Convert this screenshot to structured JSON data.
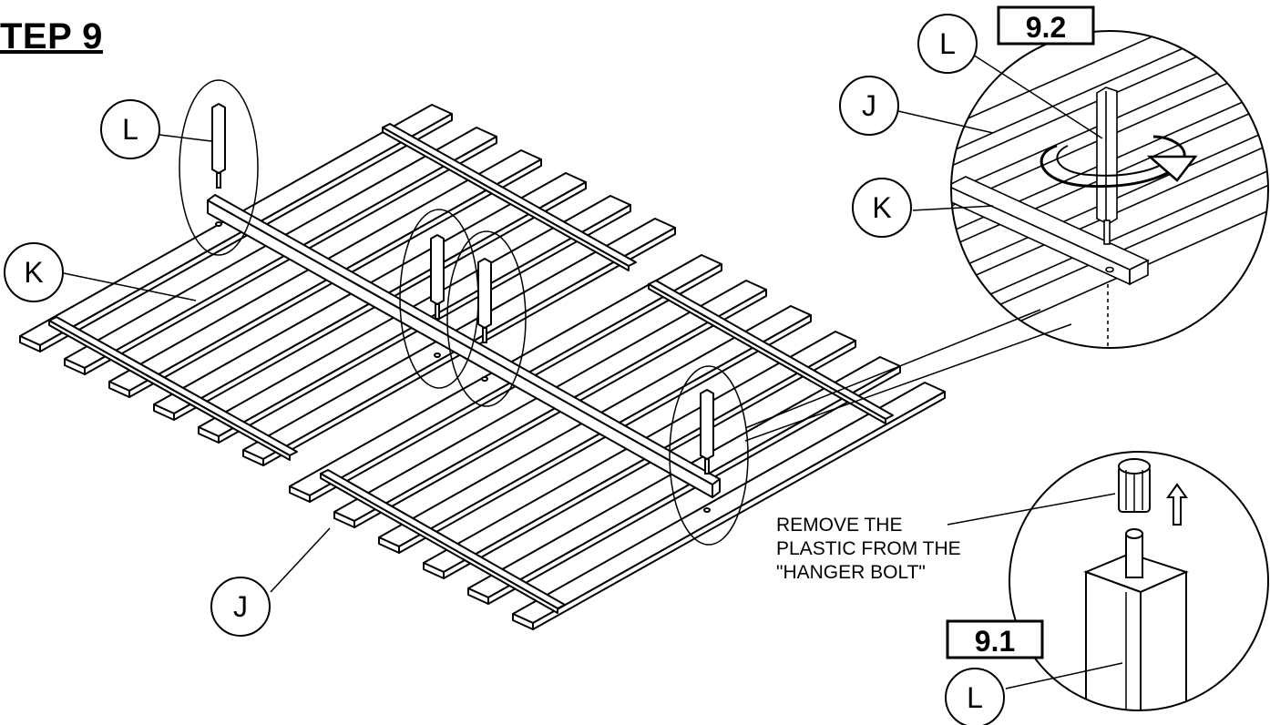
{
  "step": {
    "title": "TEP 9"
  },
  "callouts": {
    "l": "L",
    "k": "K",
    "j": "J"
  },
  "details": {
    "d92": "9.2",
    "d91": "9.1"
  },
  "note": {
    "line1": "REMOVE THE",
    "line2": "PLASTIC FROM THE",
    "line3": "\"HANGER BOLT\""
  }
}
